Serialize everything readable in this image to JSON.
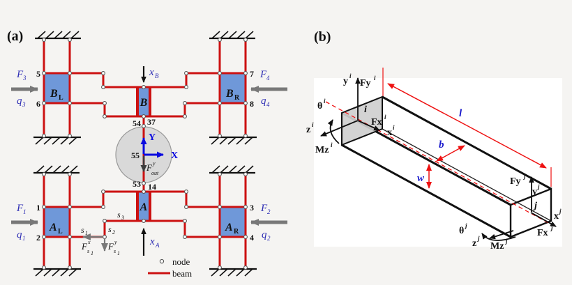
{
  "panel_a": {
    "tag": "(a)",
    "blocks": {
      "BL": {
        "base": "B",
        "sub": "L"
      },
      "B": {
        "base": "B"
      },
      "BR": {
        "base": "B",
        "sub": "R"
      },
      "AL": {
        "base": "A",
        "sub": "L"
      },
      "A": {
        "base": "A"
      },
      "AR": {
        "base": "A",
        "sub": "R"
      }
    },
    "nodes": {
      "n1": "1",
      "n2": "2",
      "n3": "3",
      "n4": "4",
      "n5": "5",
      "n6": "6",
      "n7": "7",
      "n8": "8",
      "n14": "14",
      "n37": "37",
      "n53": "53",
      "n54": "54",
      "n55": "55"
    },
    "forces": {
      "F1": {
        "base": "F",
        "sub": "1"
      },
      "q1": {
        "base": "q",
        "sub": "1"
      },
      "F2": {
        "base": "F",
        "sub": "2"
      },
      "q2": {
        "base": "q",
        "sub": "2"
      },
      "F3": {
        "base": "F",
        "sub": "3"
      },
      "q3": {
        "base": "q",
        "sub": "3"
      },
      "F4": {
        "base": "F",
        "sub": "4"
      },
      "q4": {
        "base": "q",
        "sub": "4"
      }
    },
    "inputs": {
      "xB": {
        "base": "x",
        "sub": "B"
      },
      "xA": {
        "base": "x",
        "sub": "A"
      }
    },
    "axes": {
      "X": "X",
      "Y": "Y"
    },
    "output_force": {
      "base": "F",
      "sup": "y",
      "sub": "out"
    },
    "s_points": {
      "s1": {
        "base": "s",
        "sub": "1"
      },
      "s2": {
        "base": "s",
        "sub": "2"
      },
      "s3": {
        "base": "s",
        "sub": "3"
      }
    },
    "s_forces": {
      "fs1x": {
        "base": "F",
        "sup": "x",
        "sub": "s",
        "subsub": "1"
      },
      "fs1y": {
        "base": "F",
        "sup": "y",
        "sub": "s",
        "subsub": "1"
      }
    },
    "legend": {
      "node": "node",
      "beam": "beam"
    }
  },
  "panel_b": {
    "tag": "(b)",
    "node_i": {
      "label": "i",
      "axis_y": {
        "base": "y",
        "sup": "i"
      },
      "force_y": {
        "base": "Fy",
        "sup": "i"
      },
      "axis_x": {
        "base": "x",
        "sup": "i"
      },
      "force_x": {
        "base": "Fx",
        "sup": "i"
      },
      "axis_z": {
        "base": "z",
        "sup": "i"
      },
      "rotation": {
        "base": "θ",
        "sup": "i"
      },
      "moment": {
        "base": "Mz",
        "sup": "i"
      }
    },
    "node_j": {
      "label": "j",
      "axis_y": {
        "base": "y",
        "sup": "j"
      },
      "force_y": {
        "base": "Fy",
        "sup": "j"
      },
      "axis_x": {
        "base": "x",
        "sup": "j"
      },
      "force_x": {
        "base": "Fx",
        "sup": "j"
      },
      "axis_z": {
        "base": "z",
        "sup": "j"
      },
      "rotation": {
        "base": "θ",
        "sup": "j"
      },
      "moment": {
        "base": "Mz",
        "sup": "j"
      }
    },
    "dimensions": {
      "length": "l",
      "width": "b",
      "height": "w"
    }
  },
  "colors": {
    "beam_red": "#cc1111",
    "block_blue": "#6f98d9",
    "stage_gray": "#d9d9d9",
    "label_blue": "#2d2db4",
    "axis_blue": "#0a0adf",
    "dim_red": "#ee1111",
    "arrow_gray": "#787878",
    "ground_black": "#111111"
  }
}
